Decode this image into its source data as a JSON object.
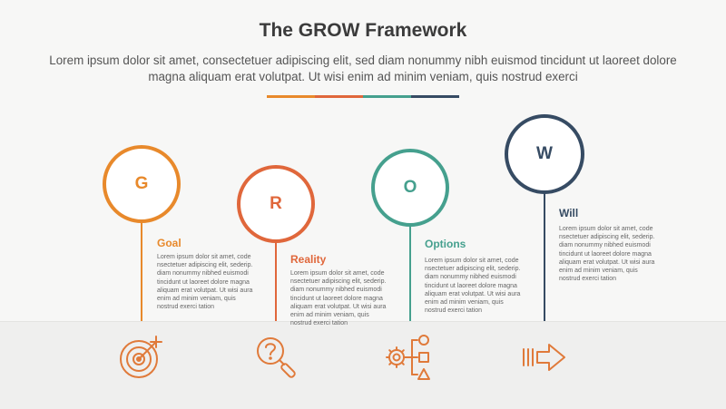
{
  "header": {
    "title": "The GROW Framework",
    "subtitle": "Lorem ipsum dolor sit amet, consectetuer adipiscing elit, sed diam nonummy nibh euismod tincidunt ut laoreet dolore magna aliquam erat volutpat. Ut wisi enim ad minim veniam, quis nostrud exerci"
  },
  "colors": {
    "goal": "#e8892b",
    "reality": "#e0673b",
    "options": "#45a08e",
    "will": "#364b63",
    "icon": "#e07a3a"
  },
  "steps": [
    {
      "letter": "G",
      "title": "Goal",
      "description": "Lorem ipsum dolor sit amet, code nsectetuer adipiscing elit, sederip. diam nonummy nibhed euismodi tincidunt ut laoreet dolore magna aliquam erat volutpat. Ut wisi aura enim ad minim veniam, quis nostrud exerci tation",
      "icon": "target-icon"
    },
    {
      "letter": "R",
      "title": "Reality",
      "description": "Lorem ipsum dolor sit amet, code nsectetuer adipiscing elit, sederip. diam nonummy nibhed euismodi tincidunt ut laoreet dolore magna aliquam erat volutpat. Ut wisi aura enim ad minim veniam, quis nostrud exerci tation",
      "icon": "magnifier-question-icon"
    },
    {
      "letter": "O",
      "title": "Options",
      "description": "Lorem ipsum dolor sit amet, code nsectetuer adipiscing elit, sederip. diam nonummy nibhed euismodi tincidunt ut laoreet dolore magna aliquam erat volutpat. Ut wisi aura enim ad minim veniam, quis nostrud exerci tation",
      "icon": "gear-options-icon"
    },
    {
      "letter": "W",
      "title": "Will",
      "description": "Lorem ipsum dolor sit amet, code nsectetuer adipiscing elit, sederip. diam nonummy nibhed euismodi tincidunt ut laoreet dolore magna aliquam erat volutpat. Ut wisi aura enim ad minim veniam, quis nostrud exerci tation",
      "icon": "arrow-right-icon"
    }
  ]
}
